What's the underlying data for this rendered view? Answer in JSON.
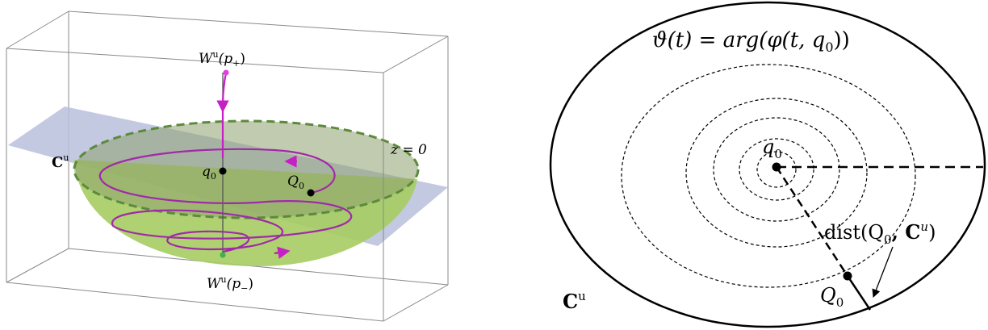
{
  "left_panel": {
    "label_wu_plus_base": "W",
    "label_wu_plus_sup": "u",
    "label_wu_plus_arg": "(p",
    "label_wu_plus_sub": "+",
    "label_wu_plus_close": ")",
    "label_cu_base": "C",
    "label_cu_sup": "u",
    "label_z0": "z = 0",
    "label_q0_base": "q",
    "label_q0_sub": "0",
    "label_Q0_base": "Q",
    "label_Q0_sub": "0",
    "label_wu_minus_base": "W",
    "label_wu_minus_sup": "u",
    "label_wu_minus_arg": "(p",
    "label_wu_minus_sub": "−",
    "label_wu_minus_close": ")",
    "colors": {
      "plane": "#b8c0dc",
      "bowl": "#a6cc62",
      "bowl_dark": "#8ea070",
      "rim": "#5c8a3c",
      "orbit": "#a02aa8",
      "orbit_bright": "#c61fc6",
      "box": "#8a8a8a"
    }
  },
  "right_panel": {
    "formula_lhs": "ϑ(t) = arg(φ(t, q",
    "formula_sub": "0",
    "formula_rhs": "))",
    "label_q0_base": "q",
    "label_q0_sub": "0",
    "label_Q0_base": "Q",
    "label_Q0_sub": "0",
    "label_dist_a": "dist(Q",
    "label_dist_sub": "0",
    "label_dist_b": ", C",
    "label_dist_sup": "u",
    "label_dist_c": ")",
    "label_cu_base": "C",
    "label_cu_sup": "u"
  }
}
